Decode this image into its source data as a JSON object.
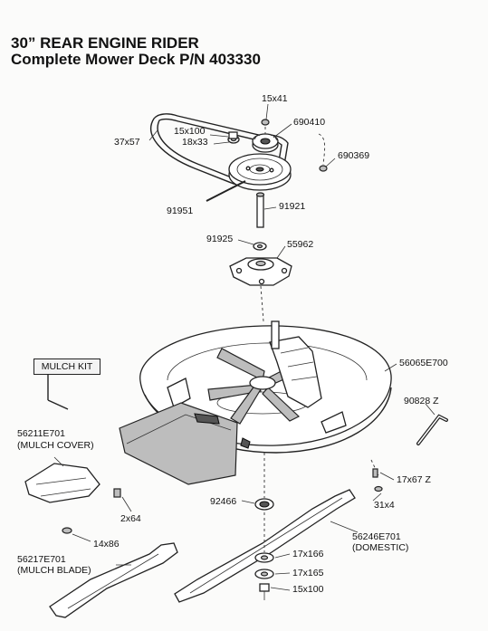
{
  "title": {
    "line1": "30” REAR ENGINE RIDER",
    "line2": "Complete Mower Deck P/N 403330"
  },
  "mulch_kit_label": "MULCH KIT",
  "parts": {
    "p15x41": "15x41",
    "p690410": "690410",
    "p15x100_top": "15x100",
    "p18x33": "18x33",
    "p37x57": "37x57",
    "p690369": "690369",
    "p91951": "91951",
    "p91921": "91921",
    "p91925": "91925",
    "p55962": "55962",
    "p56065E700": "56065E700",
    "p90828Z": "90828 Z",
    "p56211E701": "56211E701",
    "p56211E701_desc": "(MULCH COVER)",
    "p17x67Z": "17x67 Z",
    "p31x4": "31x4",
    "p2x64": "2x64",
    "p92466": "92466",
    "p14x86": "14x86",
    "p56246E701": "56246E701",
    "p56246E701_desc": "(DOMESTIC)",
    "p56217E701": "56217E701",
    "p56217E701_desc": "(MULCH BLADE)",
    "p17x166": "17x166",
    "p17x165": "17x165",
    "p15x100_bottom": "15x100"
  }
}
